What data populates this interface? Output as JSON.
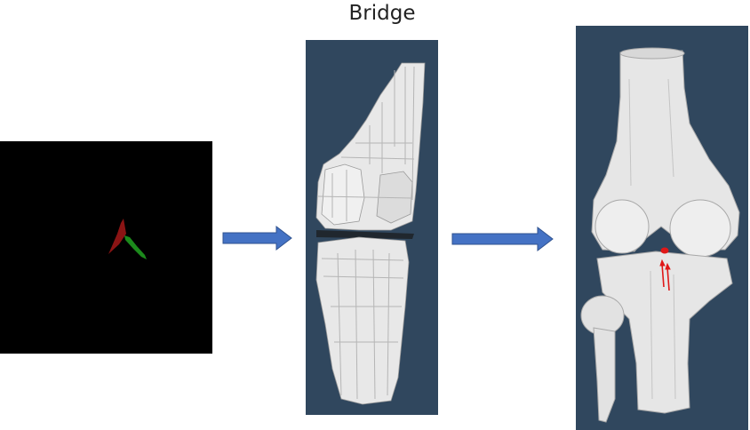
{
  "title": "Bridge",
  "colors": {
    "background": "#ffffff",
    "segmentation_background": "#000000",
    "render_background": "#30475e",
    "bone": "#e8e8e8",
    "mask_red": "#8b1414",
    "mask_green": "#1c8a1c",
    "arrow_fill": "#4472c4",
    "arrow_outline": "#2f528f",
    "marker_red": "#e01818"
  },
  "panels": {
    "segmentation": {
      "icon": "segmentation-mask-image"
    },
    "bridge": {
      "icon": "voxel-bridge-render"
    },
    "knee": {
      "icon": "knee-3d-render"
    }
  }
}
